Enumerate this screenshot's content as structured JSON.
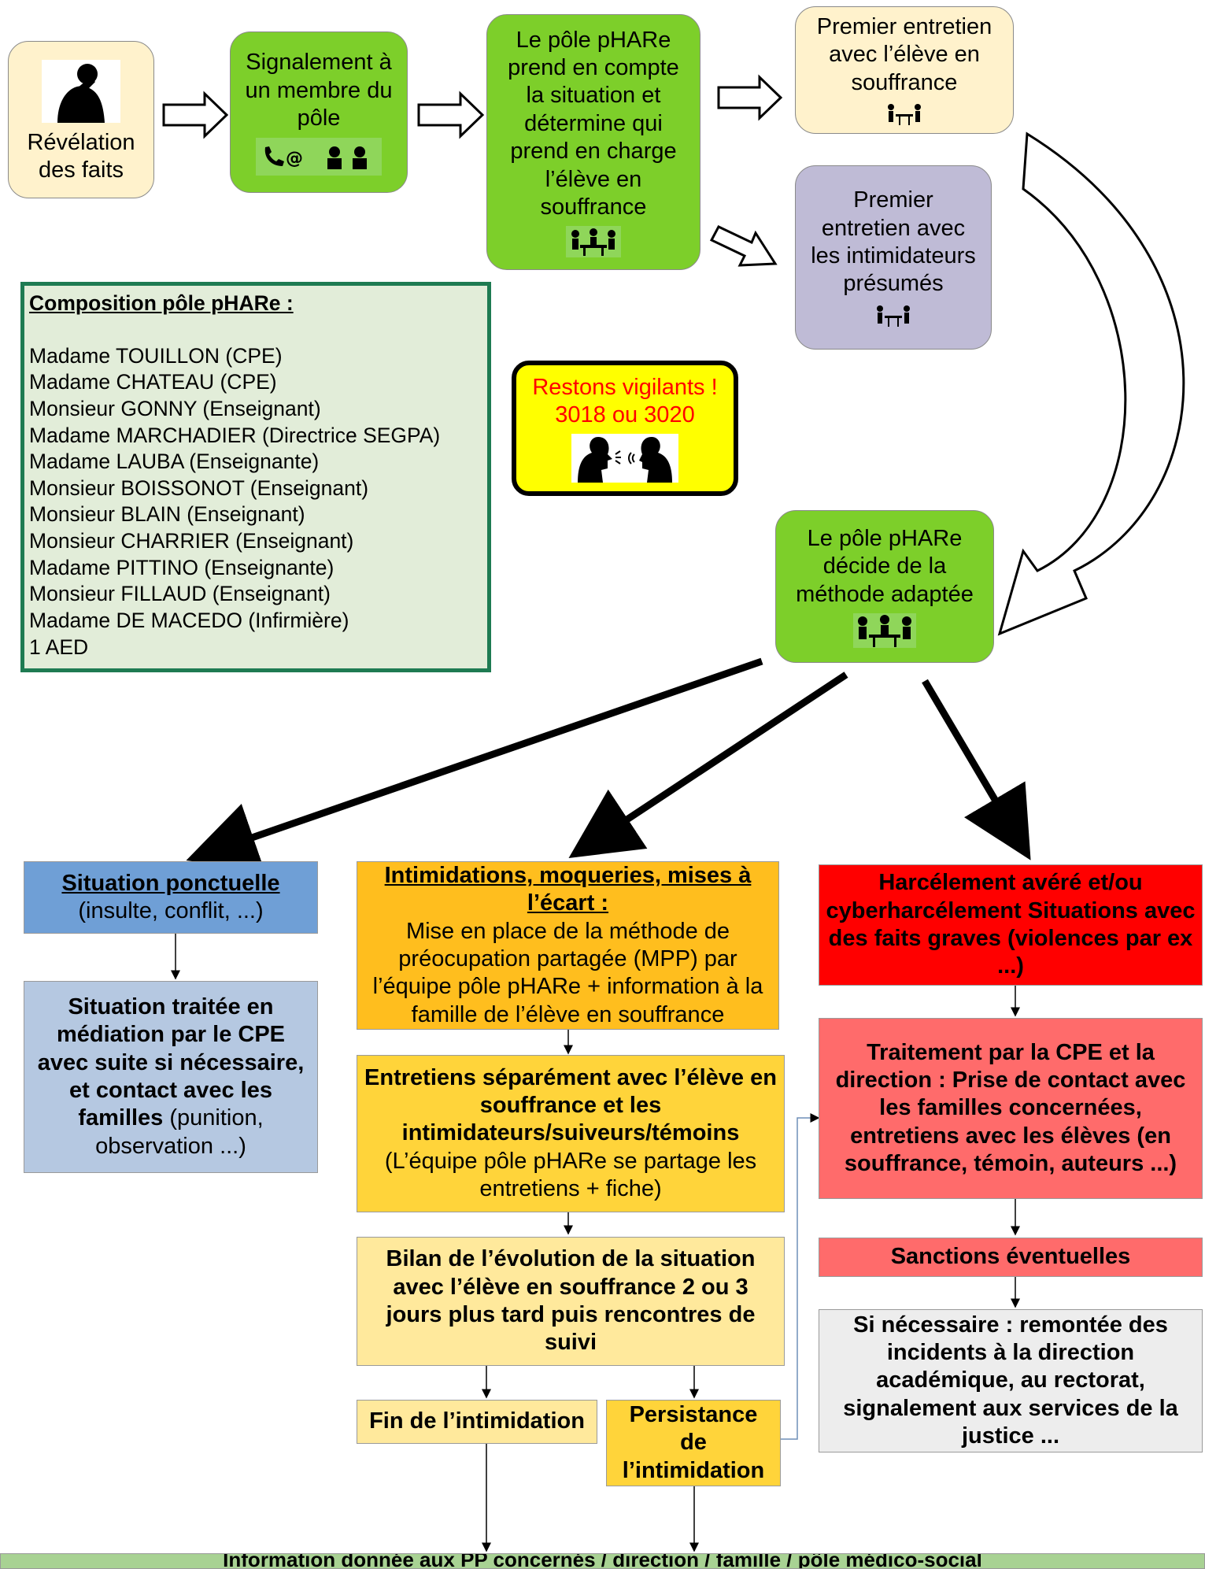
{
  "top": {
    "revelation": "Révélation des faits",
    "signalement": "Signalement à un membre du pôle",
    "pole_prend": "Le pôle pHARe prend en compte la situation et détermine qui prend en charge l’élève en souffrance",
    "entretien_eleve": "Premier entretien avec l’élève  en souffrance",
    "entretien_intimidateurs": "Premier entretien avec les intimidateurs présumés"
  },
  "composition": {
    "title": "Composition pôle pHARe :",
    "members": [
      "Madame TOUILLON (CPE)",
      "Madame CHATEAU (CPE)",
      "Monsieur GONNY (Enseignant)",
      "Madame MARCHADIER (Directrice SEGPA)",
      "Madame LAUBA (Enseignante)",
      "Monsieur BOISSONOT (Enseignant)",
      "Monsieur BLAIN (Enseignant)",
      "Monsieur CHARRIER (Enseignant)",
      "Madame PITTINO (Enseignante)",
      "Monsieur FILLAUD (Enseignant)",
      "Madame DE MACEDO (Infirmière)",
      "1 AED"
    ]
  },
  "vigilance": {
    "line1": "Restons vigilants !",
    "line2": "3018 ou 3020"
  },
  "decide": "Le pôle pHARe décide de la méthode adaptée",
  "left_branch": {
    "title": "Situation ponctuelle",
    "subtitle": "(insulte, conflit, ...)",
    "treatment_bold_1": "Situation traitée en médiation par le CPE avec suite si nécessaire, et contact avec les",
    "treatment_bold_2": "familles",
    "treatment_normal": " (punition, observation ...)"
  },
  "middle_branch": {
    "title": "Intimidations, moqueries, mises à l’écart :",
    "body": "Mise en place de la méthode de préocupation partagée (MPP) par l’équipe pôle pHARe + information à la famille de l’élève en souffrance",
    "entretiens_bold": "Entretiens séparément avec l’élève en souffrance et les intimidateurs/suiveurs/témoins",
    "entretiens_normal": "(L’équipe pôle pHARe se partage les entretiens + fiche)",
    "bilan": "Bilan de l’évolution de la situation avec l’élève en souffrance 2 ou 3 jours plus tard puis rencontres de suivi",
    "fin": "Fin de l’intimidation",
    "persistance": "Persistance de l’intimidation"
  },
  "right_branch": {
    "title": "Harcélement avéré et/ou cyberharcélement Situations avec des faits graves (violences par ex ...)",
    "traitement": "Traitement par la CPE et la direction : Prise de contact avec les familles concernées, entretiens avec les élèves (en souffrance, témoin, auteurs ...)",
    "sanctions": "Sanctions éventuelles",
    "remontee": "Si nécessaire : remontée des incidents à la direction académique, au rectorat, signalement aux services de la justice ..."
  },
  "bottom": "Information donnée aux PP concernés / direction / famille / pôle médico-social",
  "colors": {
    "cream": "#FFF2CC",
    "green": "#7DCF2A",
    "lavender": "#BFBBD6",
    "blue": "#6F9FD6",
    "light_blue": "#B5C8E1",
    "orange": "#FFBE1E",
    "yellow": "#FFD43A",
    "light_yellow": "#FFE99C",
    "red": "#FF0000",
    "pink": "#FF6B6B",
    "grey": "#EDEDED",
    "light_green": "#A8D293",
    "composition_bg": "#E2EDD9",
    "composition_border": "#1E7B52"
  }
}
